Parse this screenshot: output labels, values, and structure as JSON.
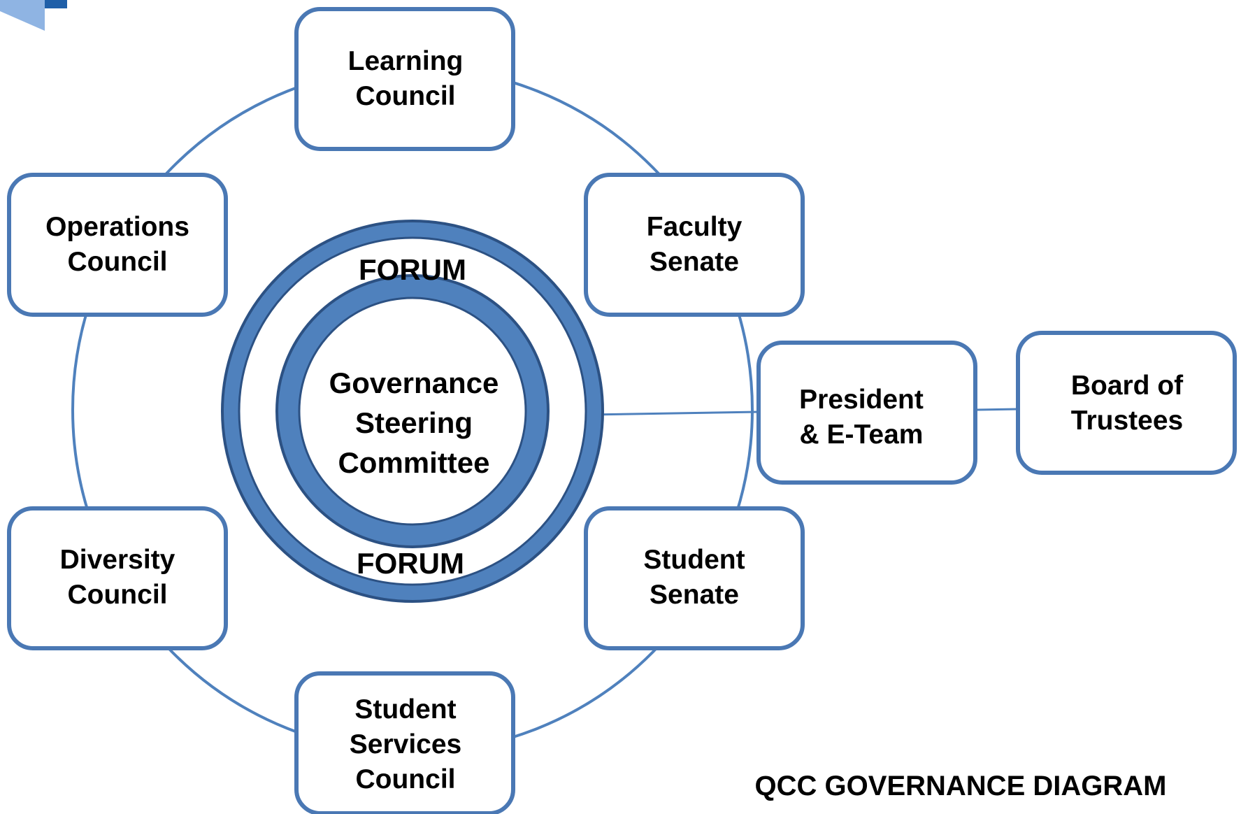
{
  "diagram": {
    "title": "QCC GOVERNANCE DIAGRAM",
    "center": {
      "lines": [
        "Governance",
        "Steering",
        "Committee"
      ]
    },
    "forum_top": "FORUM",
    "forum_bottom": "FORUM",
    "nodes": {
      "learning": [
        "Learning",
        "Council"
      ],
      "faculty": [
        "Faculty",
        "Senate"
      ],
      "operations": [
        "Operations",
        "Council"
      ],
      "president": [
        "President",
        "& E-Team"
      ],
      "board": [
        "Board of",
        "Trustees"
      ],
      "diversity": [
        "Diversity",
        "Council"
      ],
      "student_senate": [
        "Student",
        "Senate"
      ],
      "student_services": [
        "Student",
        "Services",
        "Council"
      ]
    },
    "colors": {
      "ring_fill": "#4f81bd",
      "ring_stroke": "#2c5183",
      "box_stroke": "#4a78b4",
      "corner_logo_light": "#8fb4e3",
      "corner_logo_dark": "#1f5fa8"
    }
  }
}
